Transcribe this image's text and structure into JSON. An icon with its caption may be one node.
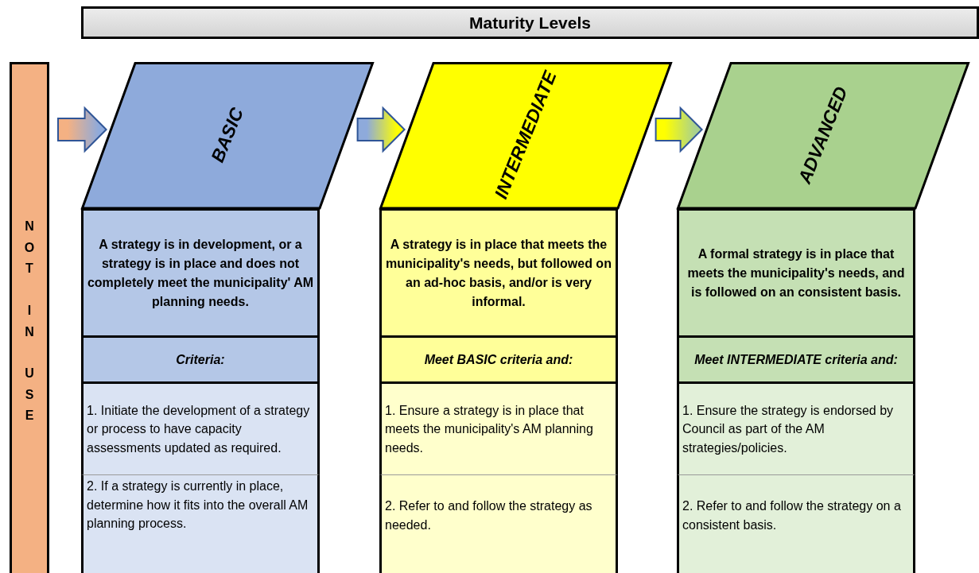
{
  "diagram": {
    "nodes": [
      {
        "text": [
          "Maturity Levels"
        ]
      },
      {
        "text": [
          "NOT IN USE"
        ]
      },
      {
        "text": [
          "BASIC"
        ]
      },
      {
        "text": [
          "A strategy is in development, or a strategy is in place and does not completely meet the municipality' AM planning needs."
        ]
      },
      {
        "text": [
          "Criteria:"
        ]
      },
      {
        "text": [
          "1. Initiate the development of a strategy or process to have capacity assessments updated as required."
        ]
      },
      {
        "text": [
          "2. If a strategy is currently in place, determine how it fits into the overall AM planning process."
        ]
      },
      {
        "text": [
          "INTERMEDIATE"
        ]
      },
      {
        "text": [
          "A strategy is in place that meets the municipality's needs, but followed on an ad-hoc basis, and/or is very informal."
        ]
      },
      {
        "text": [
          "Meet BASIC criteria and:"
        ]
      },
      {
        "text": [
          "1. Ensure a strategy is in place that meets the municipality's AM planning needs."
        ]
      },
      {
        "text": [
          "2. Refer to and follow the strategy as needed."
        ]
      },
      {
        "text": [
          "ADVANCED"
        ]
      },
      {
        "text": [
          "A formal strategy is in place that meets the municipality's needs, and is followed on an consistent basis."
        ]
      },
      {
        "text": [
          "Meet INTERMEDIATE criteria and:"
        ]
      },
      {
        "text": [
          "1. Ensure the strategy is endorsed by Council as part of the AM strategies/policies."
        ]
      },
      {
        "text": [
          "2. Refer to and follow the strategy on a consistent basis."
        ]
      }
    ],
    "edges": [
      {
        "from": 1,
        "to": 2,
        "arrow": "to"
      },
      {
        "from": 2,
        "to": 7,
        "arrow": "to"
      },
      {
        "from": 7,
        "to": 12,
        "arrow": "to"
      }
    ]
  }
}
